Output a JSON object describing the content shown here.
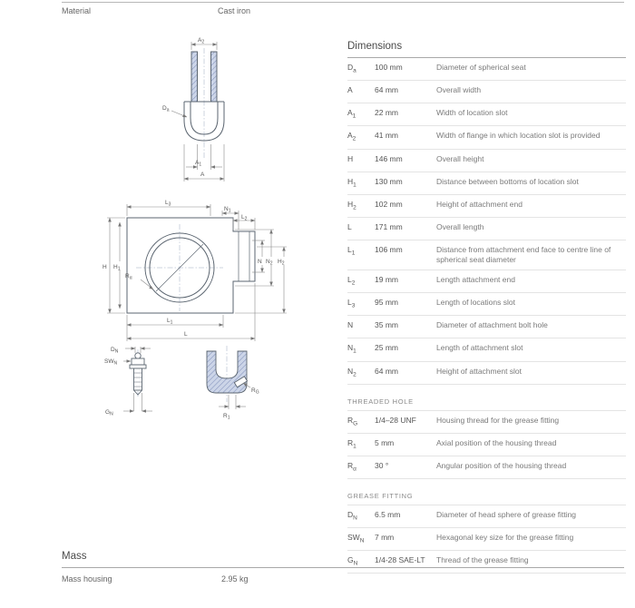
{
  "material": {
    "label": "Material",
    "value": "Cast iron"
  },
  "dimensions": {
    "title": "Dimensions",
    "rows": [
      {
        "sym": "D",
        "sub": "a",
        "value": "100 mm",
        "desc": "Diameter of spherical seat"
      },
      {
        "sym": "A",
        "sub": "",
        "value": "64 mm",
        "desc": "Overall width"
      },
      {
        "sym": "A",
        "sub": "1",
        "value": "22 mm",
        "desc": "Width of location slot"
      },
      {
        "sym": "A",
        "sub": "2",
        "value": "41 mm",
        "desc": "Width of flange in which location slot is provided"
      },
      {
        "sym": "H",
        "sub": "",
        "value": "146 mm",
        "desc": "Overall height"
      },
      {
        "sym": "H",
        "sub": "1",
        "value": "130 mm",
        "desc": "Distance between bottoms of location slot"
      },
      {
        "sym": "H",
        "sub": "2",
        "value": "102 mm",
        "desc": "Height of attachment end"
      },
      {
        "sym": "L",
        "sub": "",
        "value": "171 mm",
        "desc": "Overall length"
      },
      {
        "sym": "L",
        "sub": "1",
        "value": "106 mm",
        "desc": "Distance from attachment end face to centre line of spherical seat diameter"
      },
      {
        "sym": "L",
        "sub": "2",
        "value": "19 mm",
        "desc": "Length attachment end"
      },
      {
        "sym": "L",
        "sub": "3",
        "value": "95 mm",
        "desc": "Length of locations slot"
      },
      {
        "sym": "N",
        "sub": "",
        "value": "35 mm",
        "desc": "Diameter of attachment bolt hole"
      },
      {
        "sym": "N",
        "sub": "1",
        "value": "25 mm",
        "desc": "Length of attachment slot"
      },
      {
        "sym": "N",
        "sub": "2",
        "value": "64 mm",
        "desc": "Height of attachment slot"
      }
    ]
  },
  "threaded_hole": {
    "title": "THREADED HOLE",
    "rows": [
      {
        "sym": "R",
        "sub": "G",
        "value": "1/4–28 UNF",
        "desc": "Housing thread for the grease fitting"
      },
      {
        "sym": "R",
        "sub": "1",
        "value": "5 mm",
        "desc": "Axial position of the housing thread"
      },
      {
        "sym": "R",
        "sub": "α",
        "value": "30 °",
        "desc": "Angular position of the housing thread"
      }
    ]
  },
  "grease_fitting": {
    "title": "GREASE FITTING",
    "rows": [
      {
        "sym": "D",
        "sub": "N",
        "value": "6.5 mm",
        "desc": "Diameter of head sphere of grease fitting"
      },
      {
        "sym": "SW",
        "sub": "N",
        "value": "7 mm",
        "desc": "Hexagonal key size for the grease fitting"
      },
      {
        "sym": "G",
        "sub": "N",
        "value": "1/4-28 SAE-LT",
        "desc": "Thread of the grease fitting"
      }
    ]
  },
  "mass": {
    "title": "Mass",
    "label": "Mass housing",
    "value": "2.95 kg"
  },
  "colors": {
    "hatch_fill": "#ccd5e8",
    "hatch_line": "#8494bd",
    "line": "#5b6570"
  },
  "drawing": {
    "a2": {
      "m": "A",
      "s": "2"
    },
    "da": {
      "m": "D",
      "s": "a"
    },
    "a1": {
      "m": "A",
      "s": "1"
    },
    "a": {
      "m": "A",
      "s": ""
    },
    "l3": {
      "m": "L",
      "s": "3"
    },
    "n1": {
      "m": "N",
      "s": "1"
    },
    "l2": {
      "m": "L",
      "s": "2"
    },
    "h": {
      "m": "H",
      "s": ""
    },
    "h1": {
      "m": "H",
      "s": "1"
    },
    "ra": {
      "m": "R",
      "s": "α"
    },
    "n": {
      "m": "N",
      "s": ""
    },
    "n2": {
      "m": "N",
      "s": "2"
    },
    "h2": {
      "m": "H",
      "s": "2"
    },
    "l1": {
      "m": "L",
      "s": "1"
    },
    "l": {
      "m": "L",
      "s": ""
    },
    "dn": {
      "m": "D",
      "s": "N"
    },
    "swn": {
      "m": "SW",
      "s": "N"
    },
    "gn": {
      "m": "G",
      "s": "N"
    },
    "rg": {
      "m": "R",
      "s": "G"
    },
    "r1": {
      "m": "R",
      "s": "1"
    }
  }
}
